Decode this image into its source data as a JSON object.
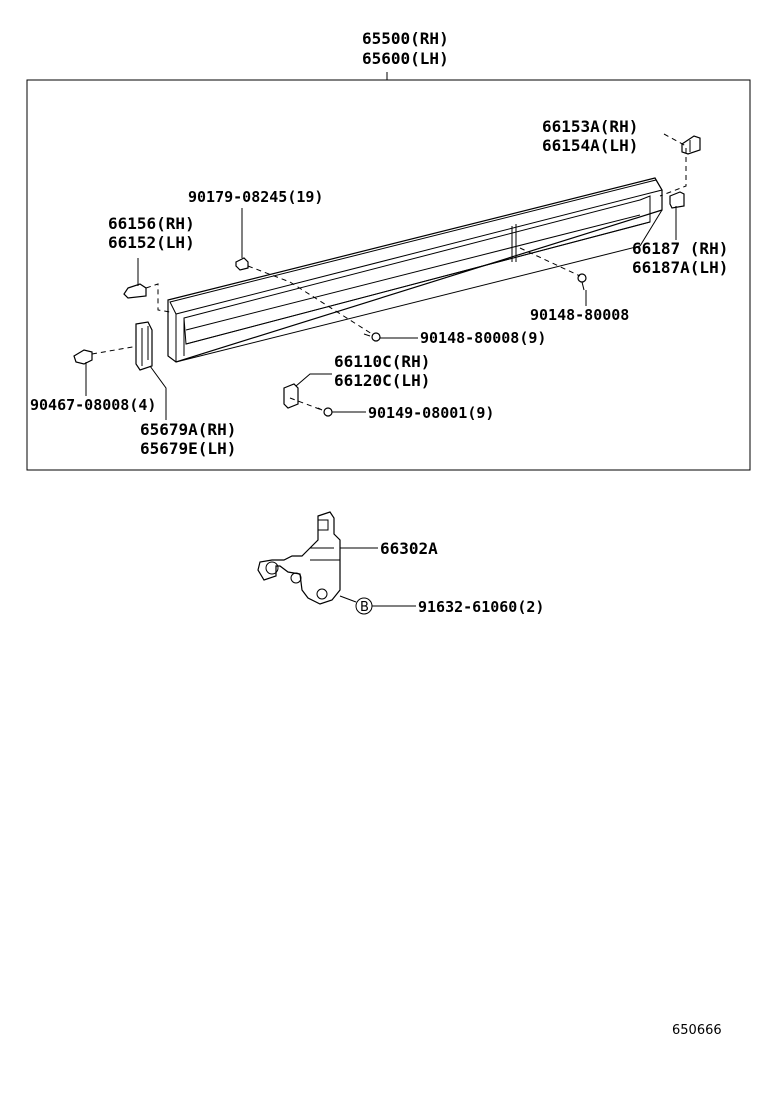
{
  "labels": {
    "main_rh": "65500(RH)",
    "main_lh": "65600(LH)",
    "bracket_top_rh": "66153A(RH)",
    "bracket_top_lh": "66154A(LH)",
    "screw_a": "90179-08245(19)",
    "bracket_left_rh": "66156(RH)",
    "bracket_left_lh": "66152(LH)",
    "bracket_right_rh": "66187 (RH)",
    "bracket_right_lh": "66187A(LH)",
    "screw_b": "90148-80008",
    "screw_c": "90148-80008(9)",
    "bracket_mid_rh": "66110C(RH)",
    "bracket_mid_lh": "66120C(LH)",
    "clip_left": "90467-08008(4)",
    "screw_d": "90149-08001(9)",
    "hinge_rh": "65679A(RH)",
    "hinge_lh": "65679E(LH)",
    "lock": "66302A",
    "bolt_marker": "B",
    "bolt": "91632-61060(2)",
    "diagram_code": "650666"
  }
}
